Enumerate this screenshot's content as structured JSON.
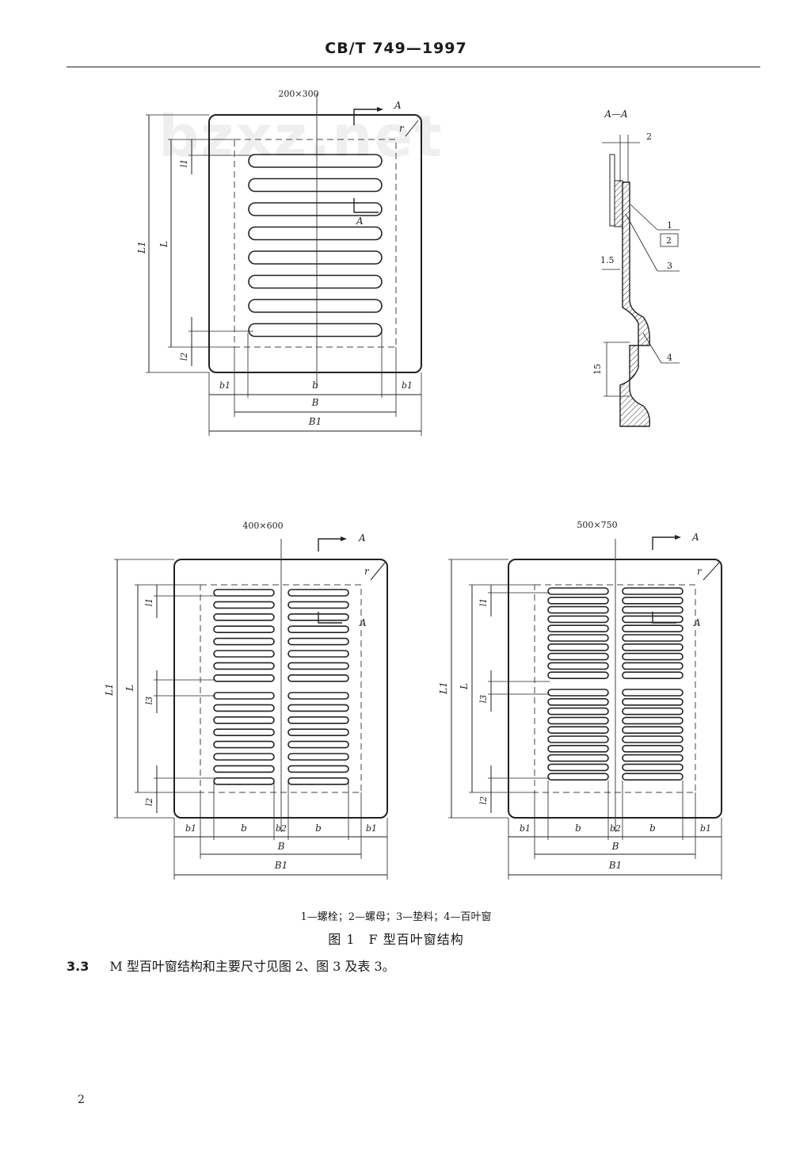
{
  "header": {
    "standard_number": "CB/T 749—1997",
    "watermark": "bzxz.net"
  },
  "figure": {
    "views": [
      {
        "size_label": "200×300",
        "section_mark": "A",
        "dims": {
          "L1": "L1",
          "L": "L",
          "l1": "l1",
          "l2": "l2",
          "b": "b",
          "b1": "b1",
          "B": "B",
          "B1": "B1",
          "r": "r"
        }
      },
      {
        "size_label": "400×600",
        "section_mark": "A",
        "dims": {
          "L1": "L1",
          "L": "L",
          "l1": "l1",
          "l2": "l2",
          "l3": "l3",
          "b": "b",
          "b1": "b1",
          "b2": "b2",
          "B": "B",
          "B1": "B1",
          "r": "r"
        }
      },
      {
        "size_label": "500×750",
        "section_mark": "A",
        "dims": {
          "L1": "L1",
          "L": "L",
          "l1": "l1",
          "l2": "l2",
          "l3": "l3",
          "b": "b",
          "b1": "b1",
          "b2": "b2",
          "B": "B",
          "B1": "B1",
          "r": "r"
        }
      }
    ],
    "section": {
      "title": "A—A",
      "dims": [
        "2",
        "1.5",
        "15"
      ],
      "callouts": [
        "1",
        "2",
        "3",
        "4"
      ]
    },
    "legend": "1—螺栓；2—螺母；3—垫料；4—百叶窗",
    "caption": "图 1　F 型百叶窗结构"
  },
  "clause": {
    "number": "3.3",
    "text": "M 型百叶窗结构和主要尺寸见图 2、图 3 及表 3。"
  },
  "page_number": "2"
}
